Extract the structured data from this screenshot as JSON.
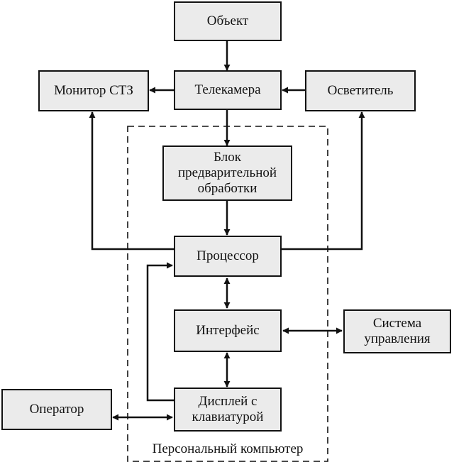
{
  "diagram": {
    "blocks": {
      "object": "Объект",
      "monitor": "Монитор СТЗ",
      "camera": "Телекамера",
      "illuminator": "Осветитель",
      "preprocessing": "Блок\nпредварительной\nобработки",
      "processor": "Процессор",
      "interface": "Интерфейс",
      "control_system": "Система\nуправления",
      "operator": "Оператор",
      "display": "Дисплей с\nклавиатурой"
    },
    "group_label": "Персональный компьютер"
  }
}
